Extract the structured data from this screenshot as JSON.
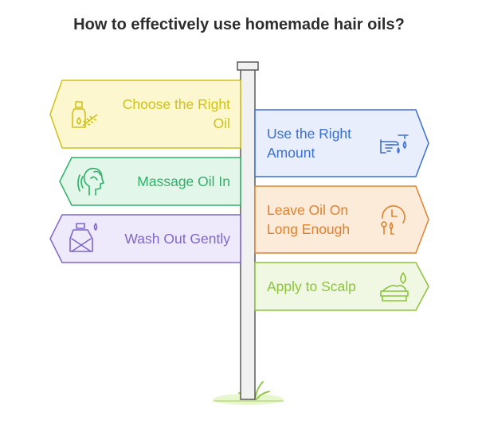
{
  "title": "How to effectively use homemade hair oils?",
  "signs": [
    {
      "label": "Choose the Right Oil",
      "line1": "Choose the Right",
      "line2": "Oil",
      "icon": "oil-bottle-herb-icon",
      "color": "#cfc11a",
      "fill": "#fcf7cf"
    },
    {
      "label": "Use the Right Amount",
      "line1": "Use the Right",
      "line2": "Amount",
      "icon": "dropper-hand-icon",
      "color": "#3b6fd1",
      "fill": "#e8eefc"
    },
    {
      "label": "Massage Oil In",
      "line1": "Massage Oil In",
      "line2": "",
      "icon": "head-massage-icon",
      "color": "#2fb06a",
      "fill": "#e3f6ea"
    },
    {
      "label": "Leave Oil On Long Enough",
      "line1": "Leave Oil On",
      "line2": "Long Enough",
      "icon": "clock-timer-icon",
      "color": "#e0812d",
      "fill": "#fdebd9"
    },
    {
      "label": "Wash Out Gently",
      "line1": "Wash Out Gently",
      "line2": "",
      "icon": "shampoo-bottle-icon",
      "color": "#7f67c9",
      "fill": "#eeeafb"
    },
    {
      "label": "Apply to Scalp",
      "line1": "Apply to Scalp",
      "line2": "",
      "icon": "cream-jar-drop-icon",
      "color": "#8cc33a",
      "fill": "#f0f8e3"
    }
  ]
}
